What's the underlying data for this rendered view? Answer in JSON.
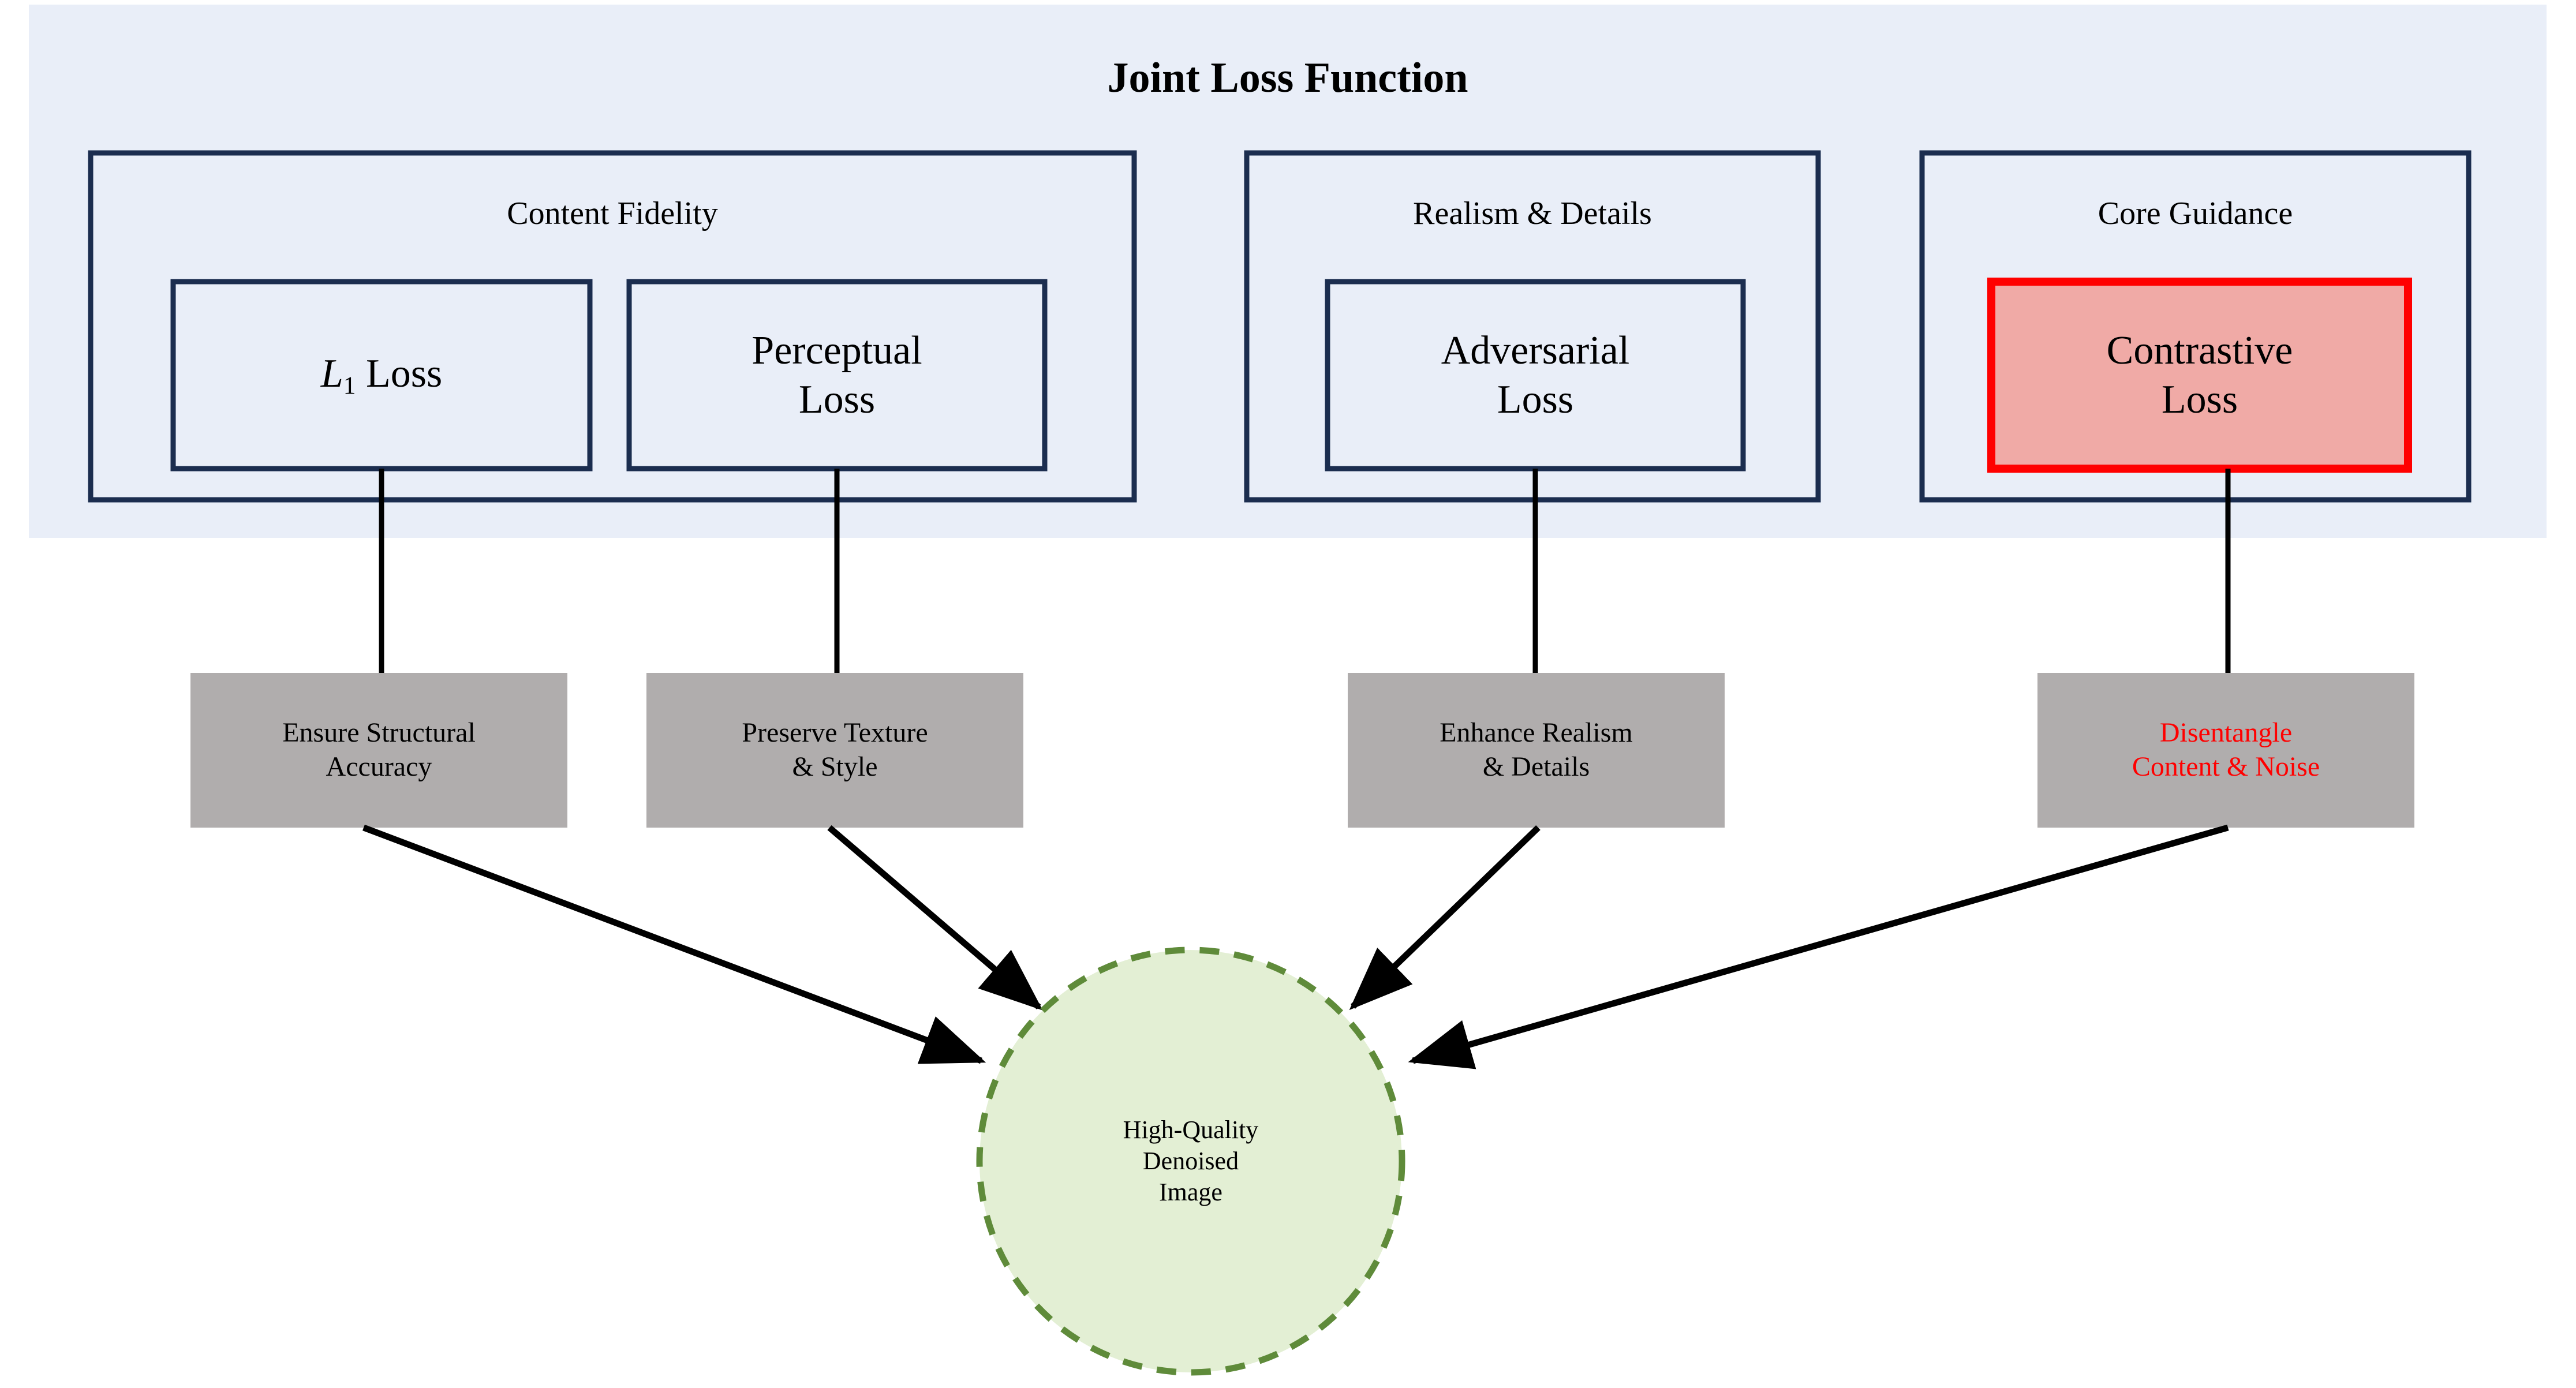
{
  "diagram": {
    "title": "Joint Loss Function",
    "band_color": "#e9eef8",
    "group_border_color": "#1b2d4f",
    "highlight_border_color": "#ff0000",
    "highlight_fill_color": "#f0aaa6",
    "gray_fill_color": "#b0adad",
    "accent_text_color": "#ff0000",
    "circle_fill_color": "#e3efd4",
    "circle_border_color": "#5f8b3a",
    "groups": [
      {
        "label": "Content Fidelity",
        "items": [
          {
            "name": "L1 Loss",
            "prefix": "L",
            "subscript": "1",
            "suffix": " Loss",
            "highlight": false
          },
          {
            "name": "Perceptual\nLoss",
            "highlight": false
          }
        ]
      },
      {
        "label": "Realism & Details",
        "items": [
          {
            "name": "Adversarial\nLoss",
            "highlight": false
          }
        ]
      },
      {
        "label": "Core Guidance",
        "items": [
          {
            "name": "Contrastive\nLoss",
            "highlight": true
          }
        ]
      }
    ],
    "effects": [
      {
        "label": "Ensure Structural\nAccuracy",
        "accent": false
      },
      {
        "label": "Preserve Texture\n& Style",
        "accent": false
      },
      {
        "label": "Enhance Realism\n& Details",
        "accent": false
      },
      {
        "label": "Disentangle\nContent & Noise",
        "accent": true
      }
    ],
    "outcome": {
      "label": "High-Quality\nDenoised\nImage"
    }
  }
}
